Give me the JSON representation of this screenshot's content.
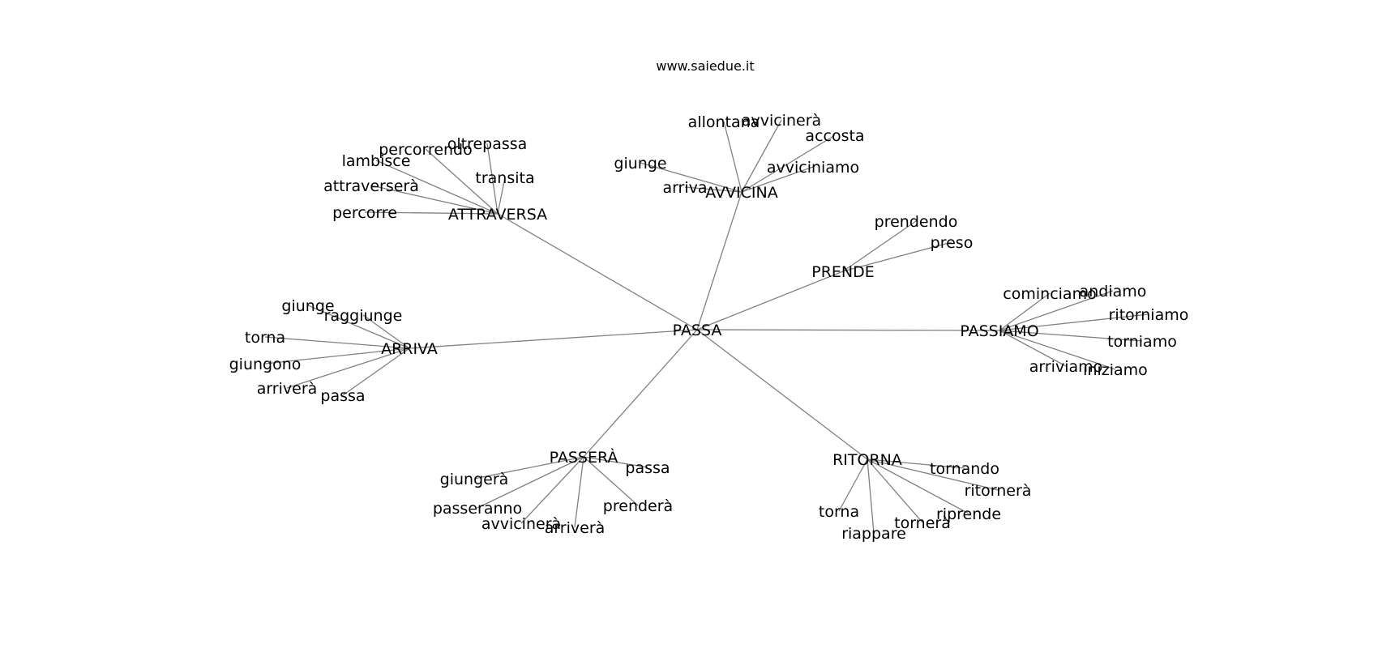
{
  "site_title": "www.saiedue.it",
  "root": "PASSA",
  "edge_color": "#808080",
  "clusters": [
    {
      "hub": "ATTRAVERSA",
      "leaves": [
        "percorrendo",
        "oltrepassa",
        "lambisce",
        "transita",
        "attraverserà",
        "percorre"
      ]
    },
    {
      "hub": "AVVICINA",
      "leaves": [
        "allontana",
        "avvicinerà",
        "accosta",
        "giunge",
        "avviciniamo",
        "arriva"
      ]
    },
    {
      "hub": "PRENDE",
      "leaves": [
        "prendendo",
        "preso"
      ]
    },
    {
      "hub": "PASSIAMO",
      "leaves": [
        "cominciamo",
        "andiamo",
        "ritorniamo",
        "torniamo",
        "arriviamo",
        "iniziamo"
      ]
    },
    {
      "hub": "ARRIVA",
      "leaves": [
        "giunge",
        "raggiunge",
        "torna",
        "giungono",
        "arriverà",
        "passa"
      ]
    },
    {
      "hub": "PASSERÀ",
      "leaves": [
        "passa",
        "giungerà",
        "passeranno",
        "prenderà",
        "avvicinerà",
        "arriverà"
      ]
    },
    {
      "hub": "RITORNA",
      "leaves": [
        "tornando",
        "ritornerà",
        "torna",
        "riprende",
        "tornerà",
        "riappare"
      ]
    }
  ]
}
